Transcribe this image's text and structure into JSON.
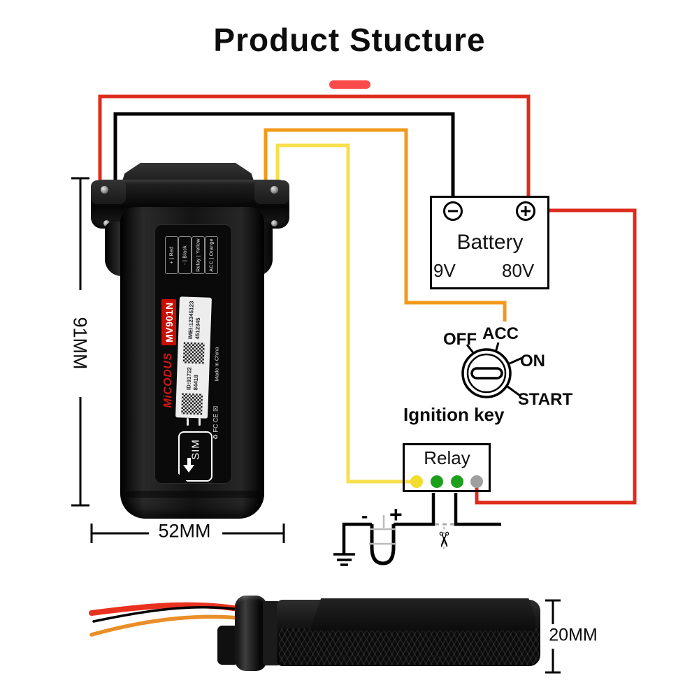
{
  "title": "Product Stucture",
  "device": {
    "brand": "MiCODUS",
    "model": "MV901N",
    "legend": [
      "+ | Red",
      "- | Black",
      "Relay | Yellow",
      "ACC | Orange"
    ],
    "sticker": {
      "id_line1": "ID:91722",
      "id_line2": "84418",
      "imei_line1": "IMEI:12345123",
      "imei_line2": "4512345"
    },
    "made_in": "Made In China",
    "cert_marks": "♻ FC CE ☒",
    "sim_label": "SIM"
  },
  "dimensions": {
    "height": "91MM",
    "width": "52MM",
    "thickness": "20MM"
  },
  "battery": {
    "title": "Battery",
    "v_min": "9V",
    "v_max": "80V"
  },
  "ignition": {
    "title": "Ignition key",
    "off": "OFF",
    "acc": "ACC",
    "on": "ON",
    "start": "START"
  },
  "relay": {
    "title": "Relay"
  },
  "cutoff": {
    "minus": "-",
    "plus": "+"
  },
  "icons": {
    "scissors": "✂"
  },
  "colors": {
    "wire_red": "#dd2b1c",
    "wire_black": "#000000",
    "wire_orange": "#f2991b",
    "wire_yellow": "#f8df4c",
    "dot_yellow": "#f2dc2c",
    "dot_green": "#1ca01c",
    "dot_gray": "#9f9f9f",
    "accent_red": "#fb4a4a",
    "banner_red": "#c90d00"
  }
}
